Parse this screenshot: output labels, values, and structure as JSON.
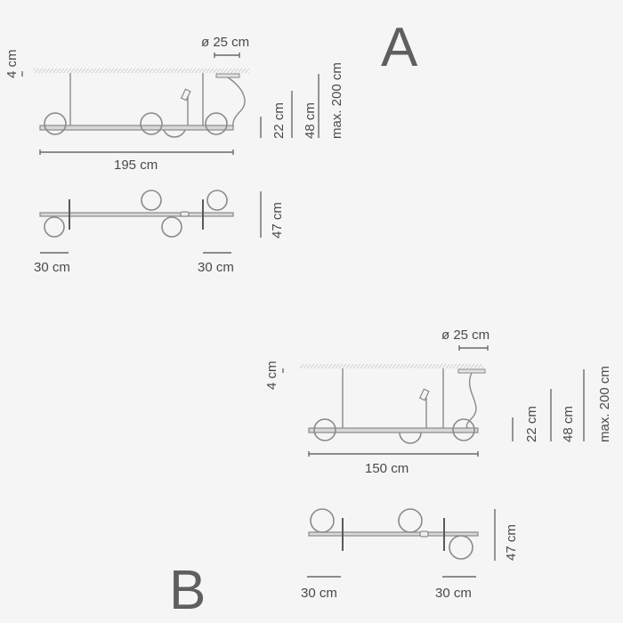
{
  "variants": {
    "A": {
      "label": "A",
      "side_view": {
        "canopy_diameter": "ø 25 cm",
        "canopy_height": "4 cm",
        "length": "195 cm",
        "heights": [
          "22 cm",
          "48 cm",
          "max. 200 cm"
        ],
        "globes": 4
      },
      "top_view": {
        "depth": "47 cm",
        "offset_left": "30 cm",
        "offset_right": "30 cm"
      }
    },
    "B": {
      "label": "B",
      "side_view": {
        "canopy_diameter": "ø 25 cm",
        "canopy_height": "4 cm",
        "length": "150 cm",
        "heights": [
          "22 cm",
          "48 cm",
          "max. 200 cm"
        ],
        "globes": 3
      },
      "top_view": {
        "depth": "47 cm",
        "offset_left": "30 cm",
        "offset_right": "30 cm"
      }
    }
  },
  "colors": {
    "background": "#f5f5f5",
    "line": "#8a8a8a",
    "text": "#4a4a4a"
  }
}
